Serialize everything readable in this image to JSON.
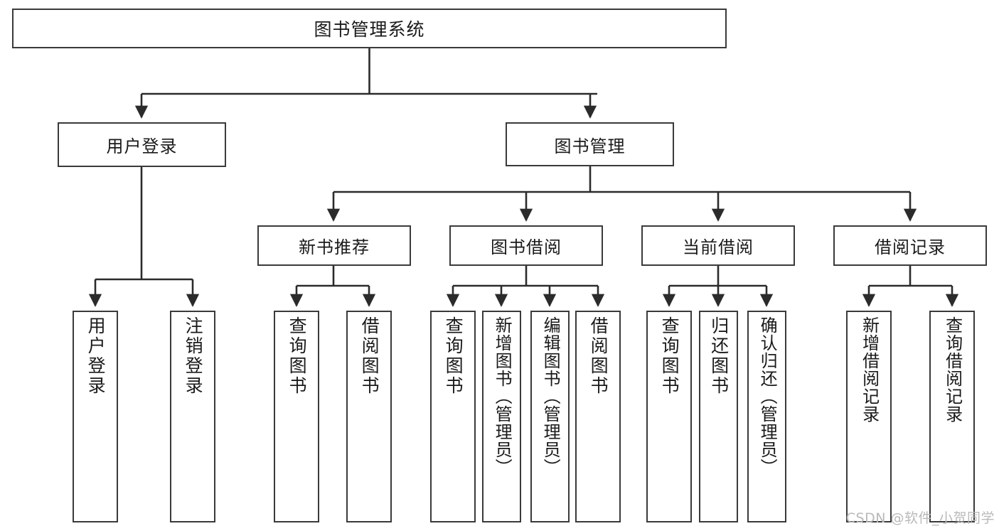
{
  "diagram": {
    "title": "图书管理系统",
    "watermark": "CSDN @软件_小贺同学",
    "colors": {
      "box_border": "#3a3a3a",
      "line": "#2b2b2b",
      "background": "#ffffff",
      "text": "#1a1a1a",
      "watermark": "#b9b9b9"
    },
    "root": {
      "label": "图书管理系统"
    },
    "level2": [
      {
        "label": "用户登录"
      },
      {
        "label": "图书管理"
      }
    ],
    "level3": [
      {
        "label": "新书推荐"
      },
      {
        "label": "图书借阅"
      },
      {
        "label": "当前借阅"
      },
      {
        "label": "借阅记录"
      }
    ],
    "leaves": {
      "user_login": [
        {
          "label": "用户登录"
        },
        {
          "label": "注销登录"
        }
      ],
      "new_book_recommend": [
        {
          "label": "查询图书"
        },
        {
          "label": "借阅图书"
        }
      ],
      "book_borrow": [
        {
          "label": "查询图书"
        },
        {
          "label": "新增图书（管理员）"
        },
        {
          "label": "编辑图书（管理员）"
        },
        {
          "label": "借阅图书"
        }
      ],
      "current_borrow": [
        {
          "label": "查询图书"
        },
        {
          "label": "归还图书"
        },
        {
          "label": "确认归还（管理员）"
        }
      ],
      "borrow_record": [
        {
          "label": "新增借阅记录"
        },
        {
          "label": "查询借阅记录"
        }
      ]
    }
  }
}
